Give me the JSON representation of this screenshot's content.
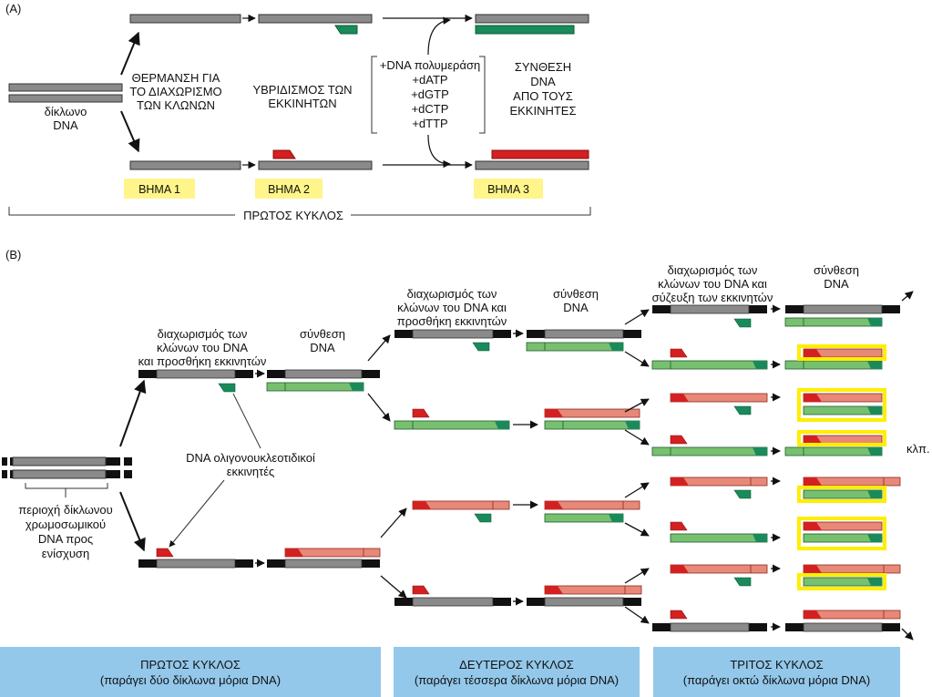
{
  "panel_a": {
    "panel_label": "(A)",
    "left_dna_label": [
      "δίκλωνο",
      "DNA"
    ],
    "step1_desc": [
      "ΘΕΡΜΑΝΣΗ ΓΙΑ",
      "ΤΟ ΔΙΑΧΩΡΙΣΜΟ",
      "ΤΩΝ ΚΛΩΝΩΝ"
    ],
    "step2_desc": [
      "ΥΒΡΙΔΙΣΜΟΣ ΤΩΝ",
      "ΕΚΚΙΝΗΤΩΝ"
    ],
    "reagents": [
      "+DNA πολυμεράση",
      "+dATP",
      "+dGTP",
      "+dCTP",
      "+dTTP"
    ],
    "step3_desc": [
      "ΣΥΝΘΕΣΗ",
      "DNA",
      "ΑΠΟ ΤΟΥΣ",
      "ΕΚΚΙΝΗΤΕΣ"
    ],
    "step1_badge": "ΒΗΜΑ 1",
    "step2_badge": "ΒΗΜΑ 2",
    "step3_badge": "ΒΗΜΑ 3",
    "cycle_label": "ΠΡΩΤΟΣ ΚΥΚΛΟΣ"
  },
  "panel_b": {
    "panel_label": "(B)",
    "region_label": [
      "περιοχή δίκλωνου",
      "χρωμοσωμικού",
      "DNA προς",
      "ενίσχυση"
    ],
    "primers_label": [
      "DNA ολιγονουκλεοτιδικοί",
      "εκκινητές"
    ],
    "c1_sep_label": [
      "διαχωρισμός των",
      "κλώνων του DNA",
      "και προσθήκη εκκινητών"
    ],
    "c1_syn_label": [
      "σύνθεση",
      "DNA"
    ],
    "c2_sep_label": [
      "διαχωρισμός των",
      "κλώνων του DNA και",
      "προσθήκη εκκινητών"
    ],
    "c2_syn_label": [
      "σύνθεση",
      "DNA"
    ],
    "c3_sep_label": [
      "διαχωρισμός των",
      "κλώνων του DNA και",
      "σύζευξη των εκκινητών"
    ],
    "c3_syn_label": [
      "σύνθεση",
      "DNA"
    ],
    "etc_label": "κλπ.",
    "cycles": [
      {
        "title": "ΠΡΩΤΟΣ ΚΥΚΛΟΣ",
        "subtitle": "(παράγει δύο δίκλωνα μόρια DNA)"
      },
      {
        "title": "ΔΕΥΤΕΡΟΣ ΚΥΚΛΟΣ",
        "subtitle": "(παράγει τέσσερα δίκλωνα μόρια DNA)"
      },
      {
        "title": "ΤΡΙΤΟΣ ΚΥΚΛΟΣ",
        "subtitle": "(παράγει οκτώ δίκλωνα μόρια DNA)"
      }
    ]
  },
  "colors": {
    "template_gray": "#8a8a8a",
    "flank_black": "#111111",
    "primer_red": "#d42020",
    "primer_green": "#1a8a5a",
    "new_red": "#e88878",
    "new_green": "#77c070",
    "highlight_yellow": "#ffee00",
    "badge_yellow": "#fff58a",
    "cycle_blue": "#93c8ea"
  }
}
